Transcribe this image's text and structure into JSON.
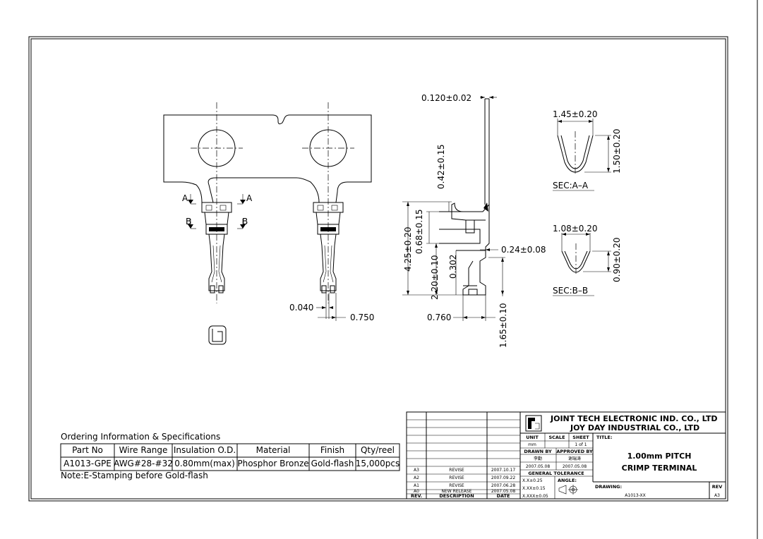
{
  "drawing": {
    "dims_front": {
      "d1": "0.040",
      "d2": "0.750"
    },
    "dims_side": {
      "t1": "0.120±0.02",
      "t2": "0.42±0.15",
      "t3": "4.25±0.20",
      "t4": "0.68±0.15",
      "t5": "2.20±0.10",
      "t6": "0.302",
      "t7": "0.24±0.08",
      "t8": "0.760",
      "t9": "1.65±0.10"
    },
    "sec_a": {
      "label": "SEC:A–A",
      "w": "1.45±0.20",
      "h": "1.50±0.20"
    },
    "sec_b": {
      "label": "SEC:B–B",
      "w": "1.08±0.20",
      "h": "0.90±0.20"
    },
    "section_letters": {
      "a": "A",
      "b": "B"
    }
  },
  "ordering": {
    "heading": "Ordering Information & Specifications",
    "headers": [
      "Part No",
      "Wire Range",
      "Insulation O.D.",
      "Material",
      "Finish",
      "Qty/reel"
    ],
    "row": [
      "A1013-GPE",
      "AWG#28-#32",
      "0.80mm(max)",
      "Phosphor Bronze",
      "Gold-flash",
      "15,000pcs"
    ],
    "note": "Note:E-Stamping before Gold-flash"
  },
  "title_block": {
    "company1": "JOINT TECH ELECTRONIC IND. CO., LTD",
    "company2": "JOY DAY INDUSTRIAL CO., LTD",
    "unit_label": "UNIT",
    "unit_value": "mm",
    "scale_label": "SCALE",
    "sheet_label": "SHEET",
    "sheet_value": "1 of 1",
    "title_label": "TITLE:",
    "title_line1": "1.00mm PITCH",
    "title_line2": "CRIMP TERMINAL",
    "drawn_by_label": "DRAWN BY",
    "approved_by_label": "APPROVED BY",
    "drawn_name": "李勤",
    "approved_name": "谢瑞涛",
    "drawn_date": "2007.05.08",
    "approved_date": "2007.05.08",
    "general_tol_label": "GENERAL TOLERANCE",
    "tol1": "X.X±0.25",
    "tol2": "X.XX±0.15",
    "tol3": "X.XXX±0.05",
    "angle_label": "ANGLE:",
    "drawing_no_label": "DRAWING:",
    "drawing_no": "A1013-XX",
    "rev_label": "REV",
    "rev_value": "A3",
    "revisions": [
      {
        "rev": "A3",
        "desc": "REVISE",
        "date": "2007.10.17"
      },
      {
        "rev": "A2",
        "desc": "REVISE",
        "date": "2007.09.22"
      },
      {
        "rev": "A1",
        "desc": "REVISE",
        "date": "2007.06.28"
      },
      {
        "rev": "A0",
        "desc": "NEW RELEASE",
        "date": "2007.05.08"
      }
    ],
    "rev_header": {
      "rev": "REV.",
      "desc": "DESCRIPTION",
      "date": "DATE"
    }
  }
}
